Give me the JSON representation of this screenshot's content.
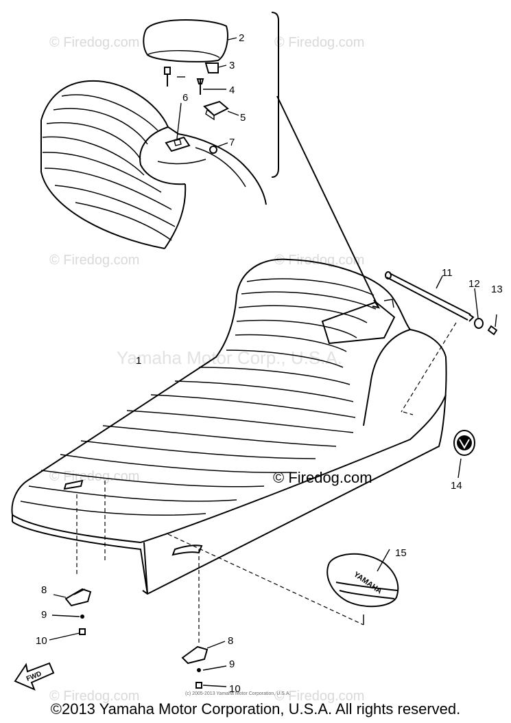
{
  "watermarks": {
    "site": "© Firedog.com",
    "maker": "Yamaha Motor Corp., U.S.A.",
    "small_notice": "(c) 2005-2013 Yamaha Motor Corporation, U.S.A."
  },
  "callouts": {
    "c1": "1",
    "c2": "2",
    "c3": "3",
    "c4": "4",
    "c5": "5",
    "c6": "6",
    "c7": "7",
    "c8a": "8",
    "c8b": "8",
    "c9a": "9",
    "c9b": "9",
    "c10a": "10",
    "c10b": "10",
    "c11": "11",
    "c12": "12",
    "c13": "13",
    "c14": "14",
    "c15": "15"
  },
  "arrow_label": "FWD",
  "bag_text": "YAMAHA",
  "copyright": "©2013 Yamaha Motor Corporation, U.S.A. All rights reserved."
}
